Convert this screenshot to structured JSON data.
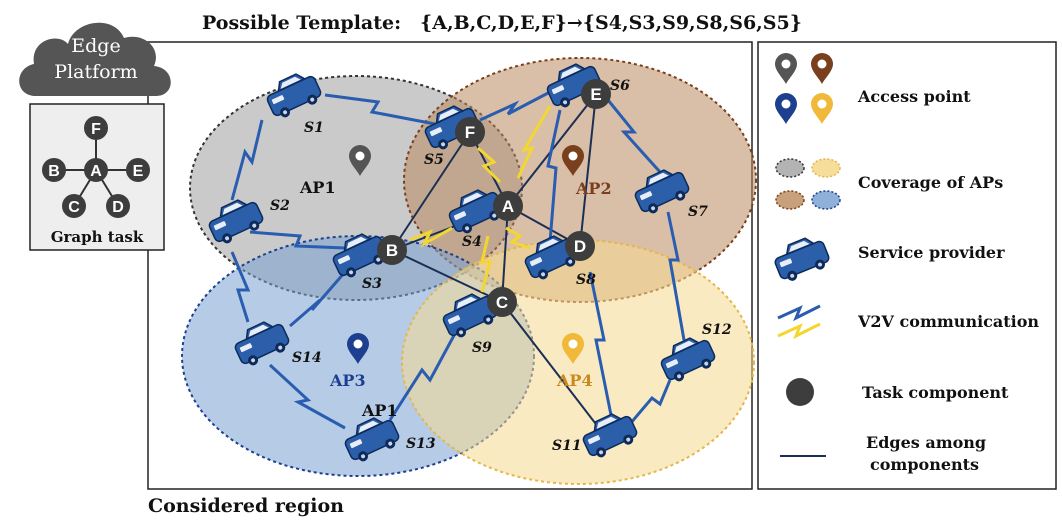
{
  "header": {
    "template_label": "Possible Template:",
    "template_value": "{A,B,C,D,E,F}→{S4,S3,S9,S8,S6,S5}"
  },
  "edge_platform": {
    "line1": "Edge",
    "line2": "Platform"
  },
  "graph_task": {
    "caption": "Graph task",
    "nodes": [
      "F",
      "B",
      "A",
      "E",
      "C",
      "D"
    ]
  },
  "region": {
    "caption": "Considered region"
  },
  "access_points": [
    {
      "label": "AP1",
      "color": "#555555"
    },
    {
      "label": "AP2",
      "color": "#7a3f1d"
    },
    {
      "label": "AP3",
      "color": "#1d3f8f"
    },
    {
      "label": "AP4",
      "color": "#f0b93a"
    }
  ],
  "extra_ap_label": "AP1",
  "vehicles": [
    "S1",
    "S2",
    "S3",
    "S4",
    "S5",
    "S6",
    "S7",
    "S8",
    "S9",
    "S11",
    "S12",
    "S13",
    "S14"
  ],
  "components": [
    "A",
    "B",
    "C",
    "D",
    "E",
    "F"
  ],
  "legend": {
    "access_point": "Access point",
    "coverage": "Coverage of APs",
    "service_provider": "Service provider",
    "v2v": "V2V communication",
    "task_component": "Task component",
    "edges_line1": "Edges among",
    "edges_line2": "components"
  },
  "colors": {
    "car_blue": "#2b5faa",
    "ap1_fill": "#b3b3b3",
    "ap2_fill": "#c8a07a",
    "ap3_fill": "#8fb0d8",
    "ap4_fill": "#f6dd9a",
    "component": "#3d3d3d",
    "link_blue": "#2a5db0",
    "link_yellow": "#f2d730"
  }
}
